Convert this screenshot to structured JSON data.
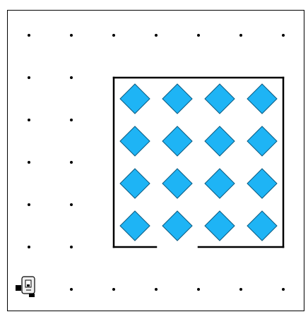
{
  "game": {
    "board": {
      "columns": 7,
      "rows": 7
    },
    "colors": {
      "background": "#ffffff",
      "frame": "#000000",
      "dot": "#000000",
      "wall": "#000000",
      "gem_fill": "#1eb4f5",
      "gem_stroke": "#0b5a80",
      "player_fill": "#f0f0f0",
      "player_stroke": "#000000"
    },
    "walls": [
      {
        "from": [
          2,
          1
        ],
        "to": [
          6,
          1
        ]
      },
      {
        "from": [
          2,
          1
        ],
        "to": [
          2,
          5
        ]
      },
      {
        "from": [
          6,
          1
        ],
        "to": [
          6,
          5
        ]
      },
      {
        "from": [
          2,
          5
        ],
        "to": [
          3,
          5
        ]
      },
      {
        "from": [
          4,
          5
        ],
        "to": [
          6,
          5
        ]
      }
    ],
    "gems": [
      {
        "x": 2.5,
        "y": 1.5
      },
      {
        "x": 3.5,
        "y": 1.5
      },
      {
        "x": 4.5,
        "y": 1.5
      },
      {
        "x": 5.5,
        "y": 1.5
      },
      {
        "x": 2.5,
        "y": 2.5
      },
      {
        "x": 3.5,
        "y": 2.5
      },
      {
        "x": 4.5,
        "y": 2.5
      },
      {
        "x": 5.5,
        "y": 2.5
      },
      {
        "x": 2.5,
        "y": 3.5
      },
      {
        "x": 3.5,
        "y": 3.5
      },
      {
        "x": 4.5,
        "y": 3.5
      },
      {
        "x": 5.5,
        "y": 3.5
      },
      {
        "x": 2.5,
        "y": 4.5
      },
      {
        "x": 3.5,
        "y": 4.5
      },
      {
        "x": 4.5,
        "y": 4.5
      },
      {
        "x": 5.5,
        "y": 4.5
      }
    ],
    "player": {
      "x": 0,
      "y": 6,
      "icon": "robot-icon"
    }
  }
}
